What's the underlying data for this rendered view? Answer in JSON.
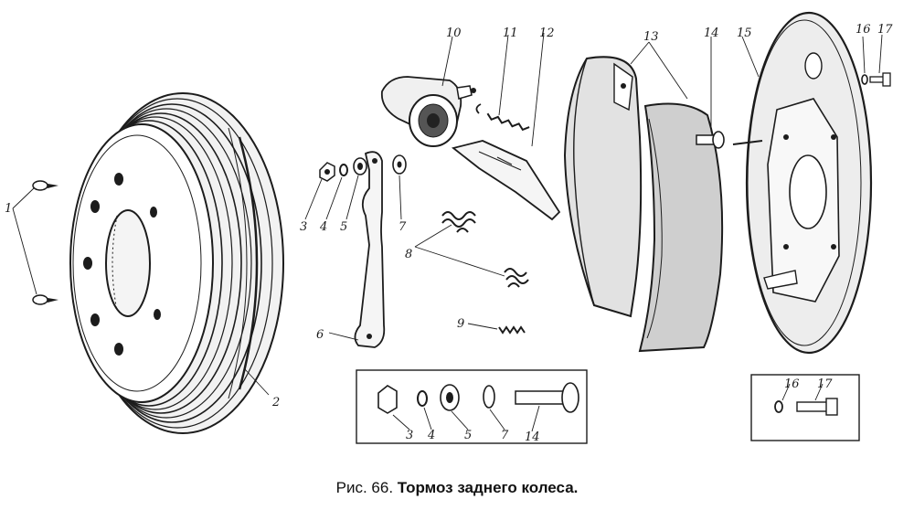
{
  "caption": {
    "prefix": "Рис. 66.",
    "title": "Тормоз заднего колеса."
  },
  "callouts": {
    "c1": "1",
    "c2": "2",
    "c3": "3",
    "c4": "4",
    "c5": "5",
    "c6": "6",
    "c7": "7",
    "c8": "8",
    "c9": "9",
    "c10": "10",
    "c11": "11",
    "c12": "12",
    "c13": "13",
    "c14": "14",
    "c15": "15",
    "c16": "16",
    "c17": "17",
    "i3": "3",
    "i4": "4",
    "i5": "5",
    "i7": "7",
    "i14": "14",
    "i16": "16",
    "i17": "17"
  }
}
